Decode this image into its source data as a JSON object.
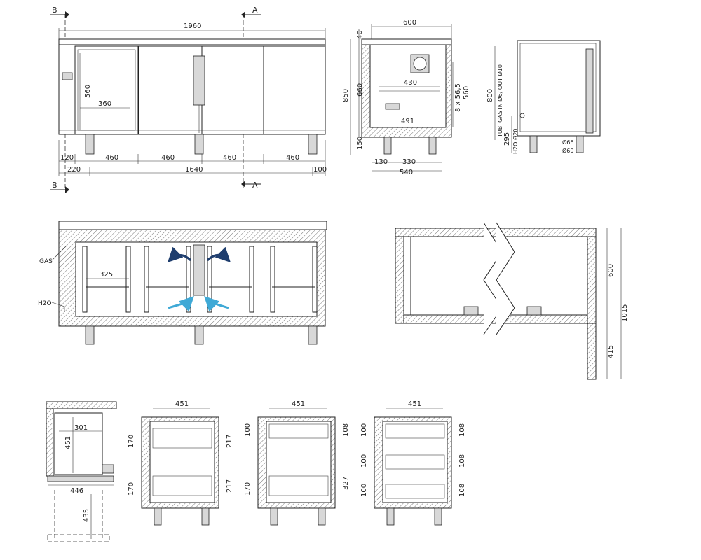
{
  "section_marks": {
    "a": "A",
    "b": "B"
  },
  "front_view": {
    "overall_width": "1960",
    "door_height": "560",
    "door_width": "360",
    "door_spacing": [
      "460",
      "460",
      "460",
      "460"
    ],
    "left_offset": "120",
    "left_margin": "220",
    "leg_span": "1640",
    "right_margin": "100"
  },
  "side_view": {
    "depth": "600",
    "worktop": "40",
    "total_height": "850",
    "inner_height": "660",
    "legs": "150",
    "evaporator_width": "430",
    "rails": "8 x 56,5",
    "rail_height": "560",
    "inner_depth": "491",
    "left_offset": "130",
    "mid": "330",
    "base_depth": "540"
  },
  "rear_view": {
    "height": "800",
    "gas_tubes": "TUBI GAS IN Ø6/ OUT Ø10",
    "h2o_height": "295",
    "h2o": "H2O Ø20",
    "dia_66": "Ø66",
    "dia_60": "Ø60"
  },
  "plan_view": {
    "gas": "GAS",
    "h2o": "H2O",
    "shelf_width": "325"
  },
  "section_detail": {
    "upper": "600",
    "total": "1015",
    "lower": "415"
  },
  "bottom_views": {
    "v1": {
      "inner_width": "301",
      "inner_height": "451",
      "outer_width": "446",
      "depth": "435"
    },
    "v2": {
      "width": "451",
      "drawer1": "170",
      "drawer2": "170",
      "face1": "217",
      "face2": "217"
    },
    "v3": {
      "width": "451",
      "d1": "100",
      "d2": "170",
      "f1": "108",
      "f2": "327"
    },
    "v4": {
      "width": "451",
      "d1": "100",
      "d2": "100",
      "d3": "100",
      "f1": "108",
      "f2": "108",
      "f3": "108"
    }
  }
}
